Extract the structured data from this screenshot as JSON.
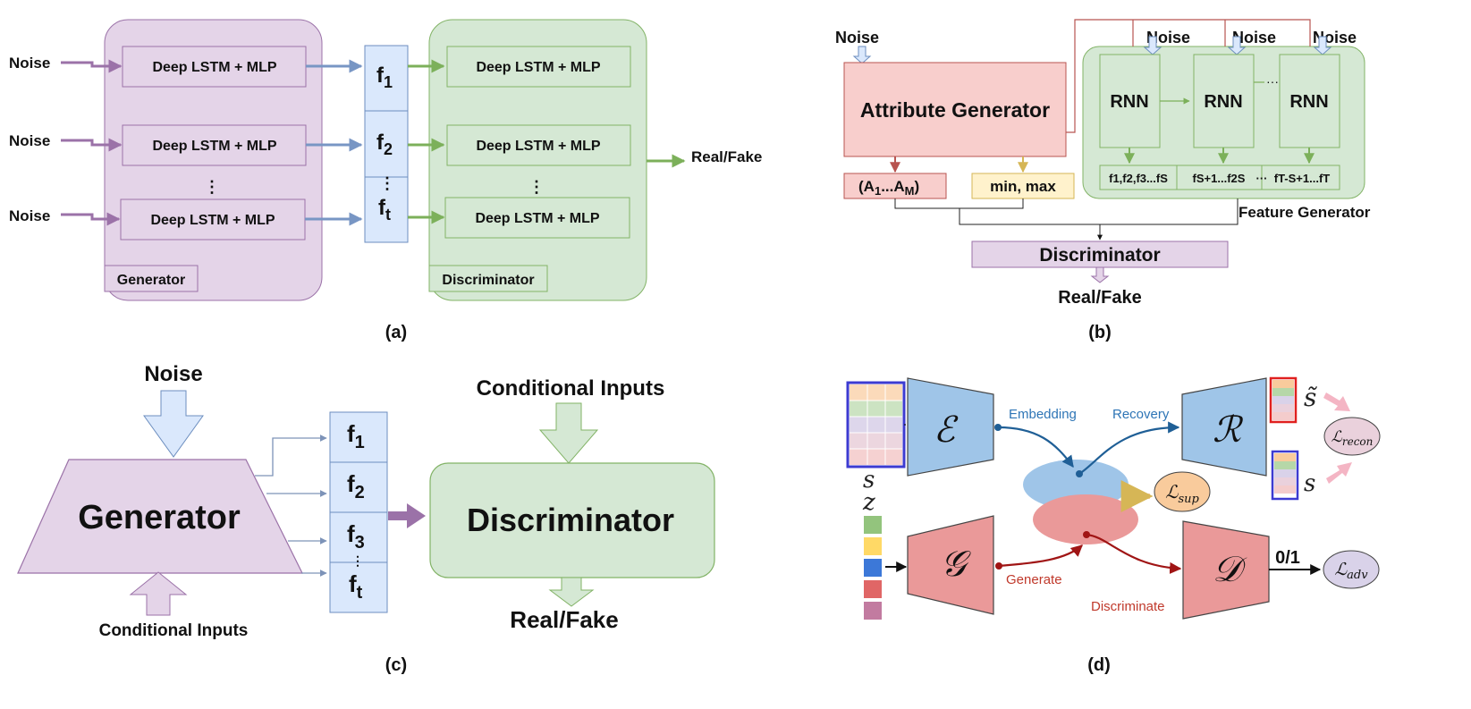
{
  "panel_a": {
    "caption": "(a)",
    "noise_labels": [
      "Noise",
      "Noise",
      "Noise"
    ],
    "gen_blocks": [
      "Deep LSTM + MLP",
      "Deep LSTM + MLP",
      "Deep LSTM + MLP"
    ],
    "features": [
      {
        "base": "f",
        "sub": "1"
      },
      {
        "base": "f",
        "sub": "2"
      },
      {
        "base": "f",
        "sub": "t"
      }
    ],
    "disc_blocks": [
      "Deep LSTM + MLP",
      "Deep LSTM + MLP",
      "Deep LSTM + MLP"
    ],
    "gen_label": "Generator",
    "disc_label": "Discriminator",
    "output": "Real/Fake",
    "ellipsis": "⋮"
  },
  "panel_b": {
    "caption": "(b)",
    "noise_main": "Noise",
    "noise_rnn": [
      "Noise",
      "Noise",
      "Noise"
    ],
    "attr_gen": "Attribute Generator",
    "attr_out": {
      "pre": "(A",
      "sub1": "1",
      "mid": "...A",
      "sub2": "M",
      "post": ")"
    },
    "minmax": "min, max",
    "rnn": [
      "RNN",
      "RNN",
      "RNN"
    ],
    "rnn_dots": "···",
    "feat_outputs": [
      "f1,f2,f3...fS",
      "fS+1...f2S",
      "fT-S+1...fT"
    ],
    "feat_dots": "···",
    "feature_generator": "Feature Generator",
    "discriminator": "Discriminator",
    "output": "Real/Fake"
  },
  "panel_c": {
    "caption": "(c)",
    "noise": "Noise",
    "generator": "Generator",
    "cond_bottom": "Conditional Inputs",
    "cond_top": "Conditional Inputs",
    "features": [
      {
        "base": "f",
        "sub": "1"
      },
      {
        "base": "f",
        "sub": "2"
      },
      {
        "base": "f",
        "sub": "3"
      },
      {
        "base": "f",
        "sub": "t"
      }
    ],
    "discriminator": "Discriminator",
    "output": "Real/Fake"
  },
  "panel_d": {
    "caption": "(d)",
    "embedder": "ℰ",
    "recovery_net": "ℛ",
    "generator_net": "𝒢",
    "discriminator_net": "𝒟",
    "embedding_label": "Embedding",
    "recovery_label": "Recovery",
    "generate_label": "Generate",
    "discriminate_label": "Discriminate",
    "s_label": "s",
    "z_label": "z",
    "s_tilde": "s̃",
    "s_out": "s",
    "loss_recon": {
      "base": "ℒ",
      "sub": "recon"
    },
    "loss_sup": {
      "base": "ℒ",
      "sub": "sup"
    },
    "loss_adv": {
      "base": "ℒ",
      "sub": "adv"
    },
    "zero_one": "0/1",
    "colors": {
      "blue": "#9fc5e8",
      "red": "#ea9999",
      "purple_box": "#3d3bd1",
      "red_box": "#e0201f",
      "recon": "#ead1dc",
      "sup": "#f9cb9c",
      "adv": "#d9d2e9"
    }
  },
  "colors": {
    "purple_fill": "#e4d4e8",
    "purple_line": "#9b72a8",
    "green_fill": "#d5e8d4",
    "green_line": "#82b366",
    "blue_fill": "#dae8fc",
    "blue_line": "#6c8ebf",
    "pink_fill": "#f8cecc",
    "pink_line": "#b85450",
    "yellow_fill": "#fff2cc",
    "yellow_line": "#d6b656"
  }
}
